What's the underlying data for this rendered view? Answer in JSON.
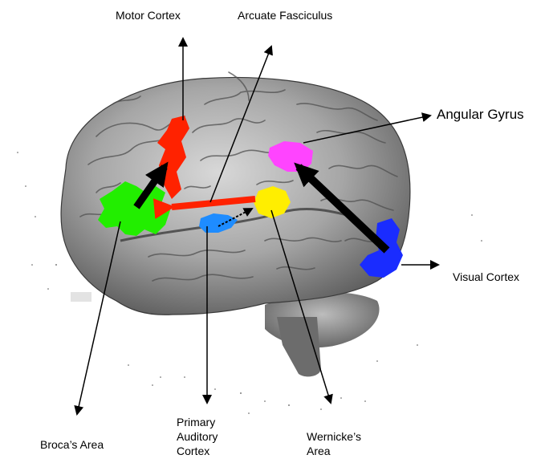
{
  "labels": {
    "motor_cortex": "Motor Cortex",
    "arcuate_fasciculus": "Arcuate Fasciculus",
    "angular_gyrus": "Angular Gyrus",
    "visual_cortex": "Visual Cortex",
    "brocas_area": "Broca’s Area",
    "primary_auditory_cortex": "Primary\nAuditory\nCortex",
    "wernickes_area": "Wernicke’s\nArea"
  },
  "colors": {
    "motor_cortex": "#ff2200",
    "brocas_area": "#22ee00",
    "primary_auditory_cortex": "#1e8cff",
    "wernickes_area": "#ffee00",
    "angular_gyrus": "#ff44ff",
    "visual_cortex": "#1a2cff",
    "connection_red": "#ff2200",
    "connection_black": "#000000",
    "brain_fill": "#9a9a9a"
  }
}
